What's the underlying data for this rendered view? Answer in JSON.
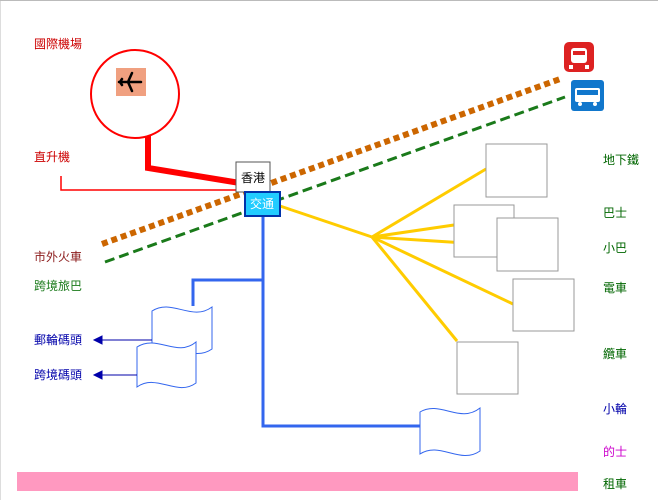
{
  "labels": {
    "airport": "國際機場",
    "helicopter": "直升機",
    "intercity_train": "市外火車",
    "crossborder_coach": "跨境旅巴",
    "cruise_terminal": "郵輪碼頭",
    "crossborder_ferry": "跨境碼頭",
    "hk": "香港",
    "transport": "交通",
    "mtr": "地下鐵",
    "bus": "巴士",
    "minibus": "小巴",
    "tram": "電車",
    "cable_car": "纜車",
    "small_ferry": "小輪",
    "taxi": "的士",
    "car_rental": "租車"
  },
  "icons": [
    "airplane-icon",
    "train-icon",
    "bus-icon"
  ],
  "colors": {
    "airport_label": "#cc0000",
    "helicopter_line": "#ff0000",
    "train_label": "#8b1a1a",
    "coach_label": "#1a7a1a",
    "ferry_label": "#0000aa",
    "right_green": "#006600",
    "taxi_label": "#cc00cc",
    "rail_line": "#cc6600",
    "coach_line": "#1a7a1a",
    "blue_line": "#3366ee",
    "yellow_line": "#ffcc00",
    "pink_bar": "#ff99c0",
    "airplane_fill": "#f0a080",
    "train_badge": "#dd2222",
    "bus_badge": "#1177cc",
    "center_fill": "#22ccff"
  }
}
